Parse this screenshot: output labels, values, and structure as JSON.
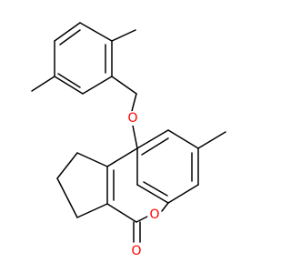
{
  "molecule": {
    "atoms": [
      {
        "id": "O_ether",
        "symbol": "O",
        "color": "#ff0000"
      },
      {
        "id": "O_ring",
        "symbol": "O",
        "color": "#ff0000"
      },
      {
        "id": "O_carbonyl",
        "symbol": "O",
        "color": "#ff0000"
      }
    ]
  },
  "colors": {
    "bond": "#000000",
    "oxygen": "#ff0000",
    "background": "#ffffff"
  }
}
